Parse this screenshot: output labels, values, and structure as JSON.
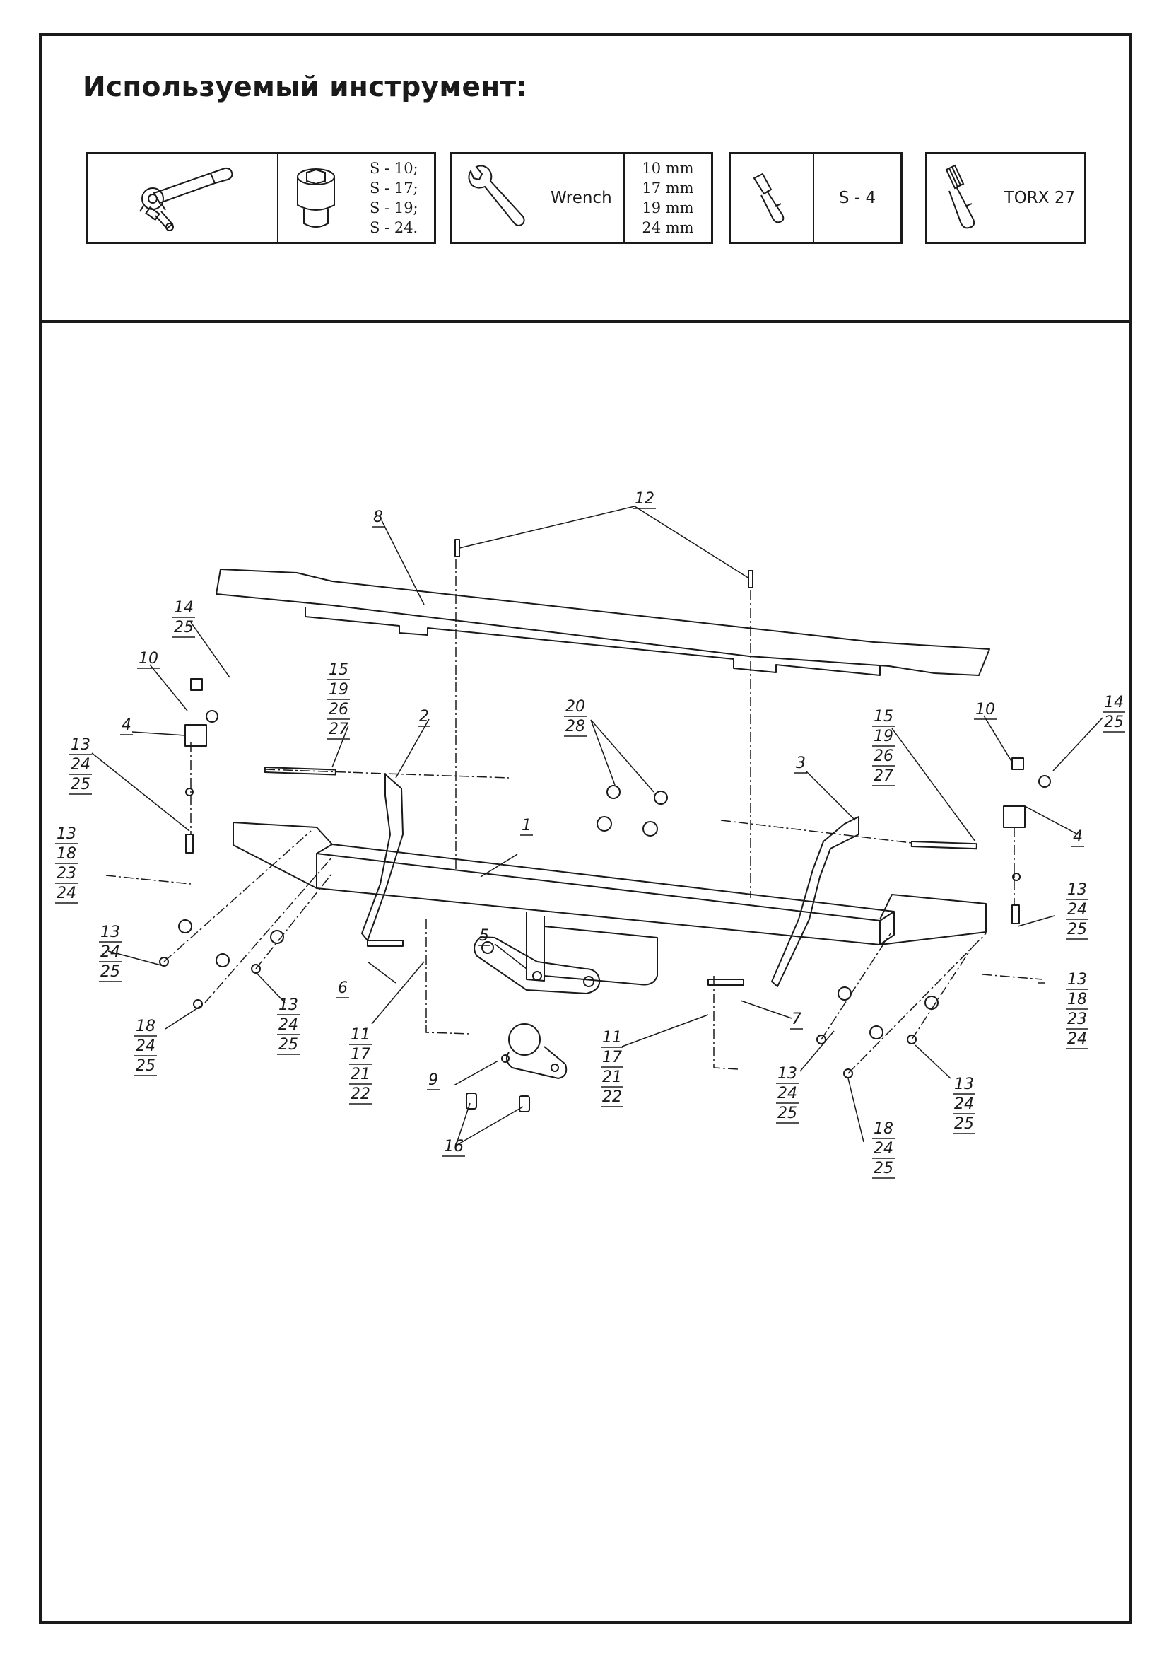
{
  "heading": "Используемый инструмент:",
  "tools": [
    {
      "icon": "ratchet-wrench-icon",
      "socket_icon": "socket-head-icon",
      "sizes": [
        "S - 10;",
        "S - 17;",
        "S - 19;",
        "S - 24."
      ]
    },
    {
      "icon": "open-end-wrench-icon",
      "label": "Wrench",
      "sizes": [
        "10 mm",
        "17 mm",
        "19 mm",
        "24 mm"
      ]
    },
    {
      "icon": "hex-bit-icon",
      "label": "S - 4"
    },
    {
      "icon": "torx-bit-icon",
      "label": "TORX 27"
    }
  ],
  "callouts": {
    "c12": [
      "12"
    ],
    "c8": [
      "8"
    ],
    "c14l": [
      "14",
      "25"
    ],
    "c10l": [
      "10"
    ],
    "c4l": [
      "4"
    ],
    "c13a": [
      "13",
      "24",
      "25"
    ],
    "c15l": [
      "15",
      "19",
      "26",
      "27"
    ],
    "c2": [
      "2"
    ],
    "c20": [
      "20",
      "28"
    ],
    "c15r": [
      "15",
      "19",
      "26",
      "27"
    ],
    "c3": [
      "3"
    ],
    "c10r": [
      "10"
    ],
    "c14r": [
      "14",
      "25"
    ],
    "c4r": [
      "4"
    ],
    "c1": [
      "1"
    ],
    "c13b": [
      "13",
      "18",
      "23",
      "24"
    ],
    "c13c": [
      "13",
      "24",
      "25"
    ],
    "c13d": [
      "13",
      "24",
      "25"
    ],
    "c6": [
      "6"
    ],
    "c5": [
      "5"
    ],
    "c18l": [
      "18",
      "24",
      "25"
    ],
    "c11l": [
      "11",
      "17",
      "21",
      "22"
    ],
    "c9": [
      "9"
    ],
    "c16": [
      "16"
    ],
    "c11r": [
      "11",
      "17",
      "21",
      "22"
    ],
    "c7": [
      "7"
    ],
    "c13e": [
      "13",
      "24",
      "25"
    ],
    "c13f": [
      "13",
      "24",
      "25"
    ],
    "c18r": [
      "18",
      "24",
      "25"
    ],
    "c13g": [
      "13",
      "24",
      "25"
    ],
    "c13h": [
      "13",
      "18",
      "23",
      "24"
    ]
  }
}
